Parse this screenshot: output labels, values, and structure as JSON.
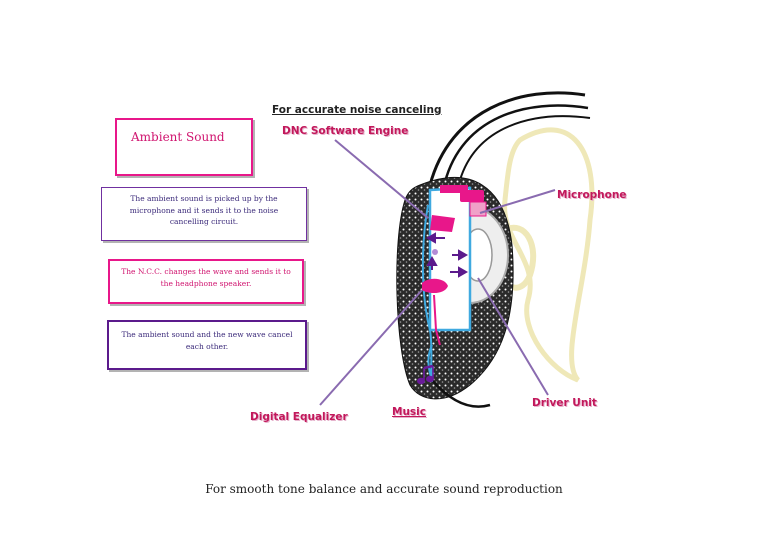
{
  "title": "For accurate noise canceling",
  "caption": "For smooth tone balance and accurate sound reproduction",
  "boxes": {
    "ambient_title": "Ambient Sound",
    "pickup": "The ambient sound is picked up by the microphone and it sends it to the noise cancelling circuit.",
    "ncc": "The N.C.C. changes the wave and sends it to the headphone speaker.",
    "cancel": "The ambient sound and the new wave cancel each other."
  },
  "labels": {
    "dnc": "DNC Software Engine",
    "microphone": "Microphone",
    "equalizer": "Digital Equalizer",
    "music": "Music",
    "driver": "Driver Unit"
  },
  "colors": {
    "pink": "#e8178a",
    "purple": "#7030a0",
    "blue_wire": "#3fa9e0",
    "label_red": "#c2185b",
    "cream_ear": "#efe8b8"
  },
  "icons": [
    "music-note-icon",
    "arrow-icon"
  ]
}
